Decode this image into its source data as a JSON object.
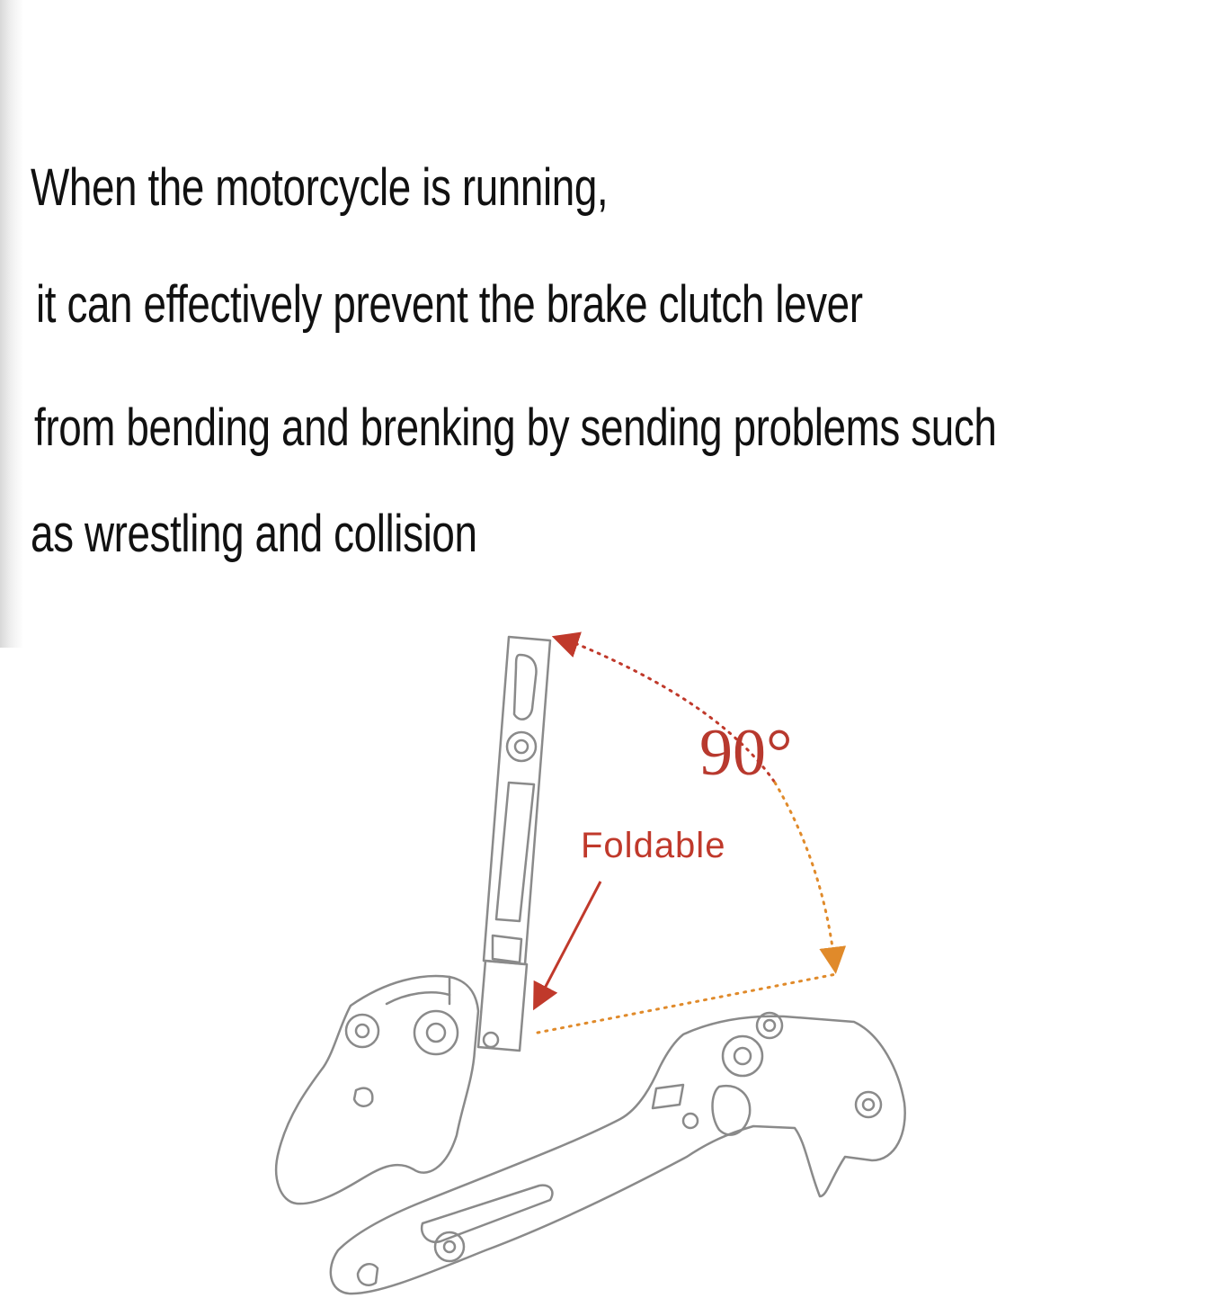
{
  "caption": {
    "lines": [
      "When the motorcycle is running,",
      "it can effectively prevent the brake clutch lever",
      "from bending and brenking by sending problems such",
      "as wrestling and collision"
    ]
  },
  "diagram": {
    "angle_label": "90°",
    "fold_label": "Foldable"
  },
  "colors": {
    "text": "#111111",
    "accent_red": "#c0392b",
    "arc_orange": "#e08a2a",
    "line_art": "#8a8a8a"
  },
  "icons": {
    "main": "folding-lever-icon"
  }
}
